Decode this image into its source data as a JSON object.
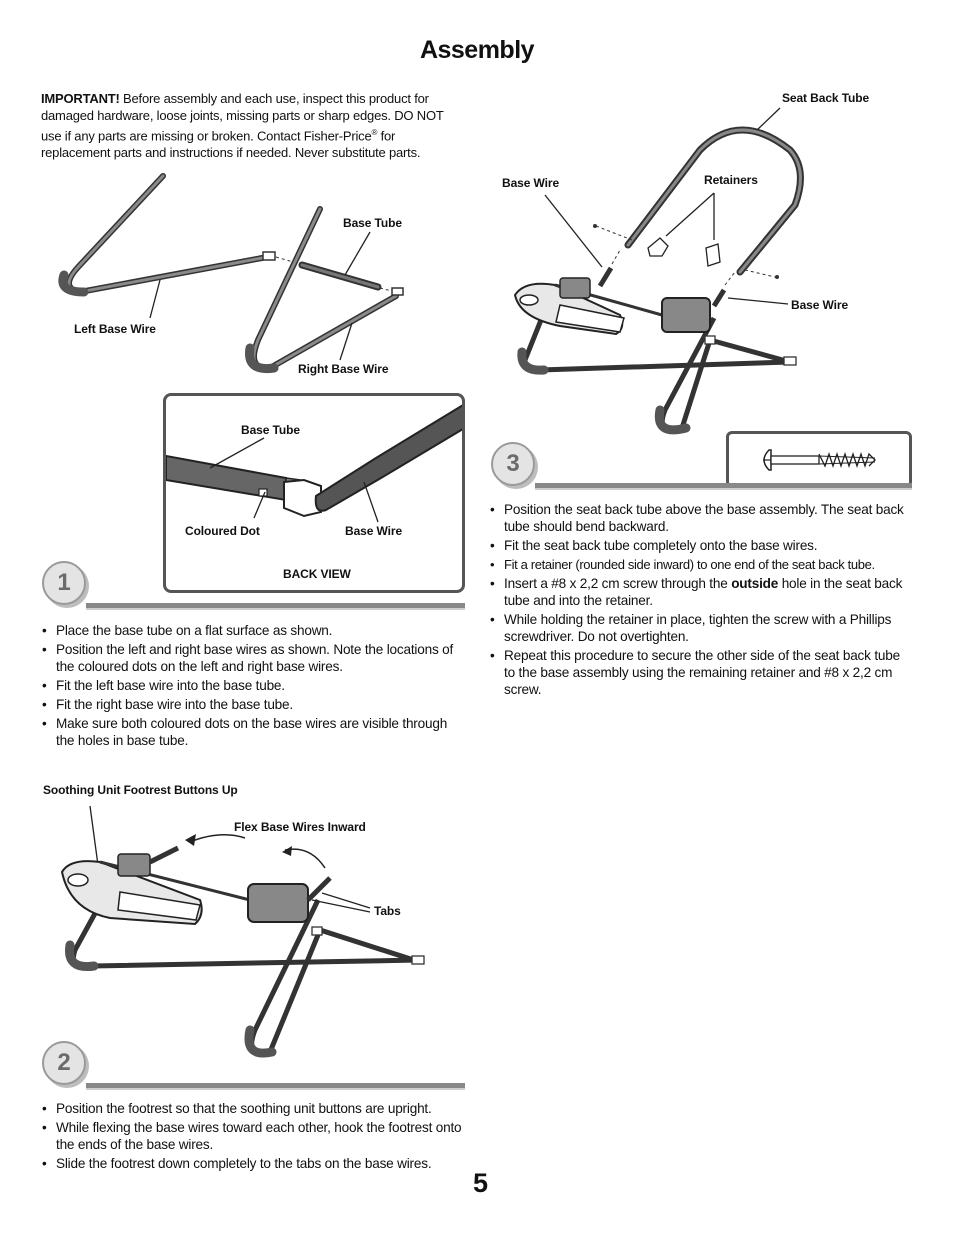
{
  "page": {
    "title": "Assembly",
    "page_number": "5"
  },
  "important": {
    "heading": "IMPORTANT!",
    "text_part1": " Before assembly and each use, inspect this product for damaged hardware, loose joints, missing parts or sharp edges. DO NOT use if any parts are missing or broken. Contact Fisher-Price",
    "registered": "®",
    "text_part2": " for replacement parts and instructions if needed. Never substitute parts."
  },
  "step1": {
    "number": "1",
    "labels": {
      "left_base_wire": "Left Base Wire",
      "base_tube": "Base Tube",
      "right_base_wire": "Right Base Wire"
    },
    "inset": {
      "base_tube": "Base Tube",
      "coloured_dot": "Coloured Dot",
      "base_wire": "Base Wire",
      "view": "BACK VIEW"
    },
    "bullets": [
      "Place the base tube on a flat surface as shown.",
      "Position the left and right base wires as shown. Note the locations of the coloured dots on the left and right base wires.",
      "Fit the left base wire into the base tube.",
      "Fit the right base wire into the base tube.",
      "Make sure both coloured dots on the base wires are visible through the holes in base tube."
    ]
  },
  "step2": {
    "number": "2",
    "labels": {
      "footrest_buttons": "Soothing Unit Footrest Buttons Up",
      "flex": "Flex Base Wires Inward",
      "tabs": "Tabs"
    },
    "bullets": [
      "Position the footrest so that the soothing unit buttons are upright.",
      "While flexing the base wires toward each other, hook the footrest onto the ends of the base wires.",
      "Slide the footrest down completely to the tabs on the base wires."
    ]
  },
  "step3": {
    "number": "3",
    "labels": {
      "seat_back_tube": "Seat Back Tube",
      "base_wire_left": "Base Wire",
      "retainers": "Retainers",
      "base_wire_right": "Base Wire"
    },
    "bullets": [
      "Position the seat back tube above the base assembly. The seat back tube should bend backward.",
      "Fit the seat back tube completely onto the base wires.",
      "Fit a retainer (rounded side inward) to one end of the seat back tube."
    ],
    "bullet4_pre": "Insert a #8 x 2,2 cm screw through the ",
    "bullet4_bold": "outside",
    "bullet4_post": " hole in the seat back tube and into the retainer.",
    "bullets_after": [
      "While holding the retainer in place, tighten the screw with a Phillips screwdriver. Do not overtighten.",
      "Repeat this procedure to secure the other side of the seat back tube to the base assembly using the remaining retainer and #8 x 2,2 cm screw."
    ]
  }
}
